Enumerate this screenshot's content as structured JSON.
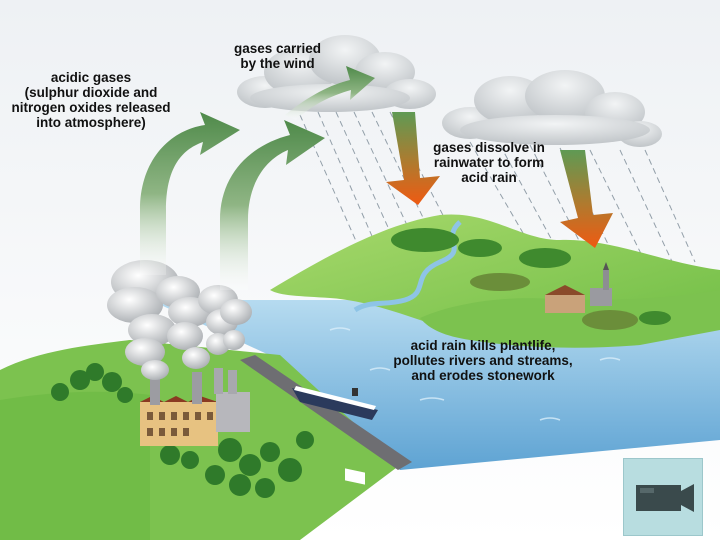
{
  "labels": {
    "acidic_gases": [
      "acidic gases",
      "(sulphur dioxide and",
      "nitrogen oxides released",
      "into atmosphere)"
    ],
    "gases_carried": [
      "gases carried",
      "by the wind"
    ],
    "gases_dissolve": [
      "gases dissolve in",
      "rainwater to form",
      "acid rain"
    ],
    "acid_rain_effects": [
      "acid rain kills plantlife,",
      "pollutes rivers and streams,",
      "and erodes stonework"
    ]
  },
  "colors": {
    "sky": "#f4f6f8",
    "land": "#8fcf5f",
    "land_dark": "#5ea53c",
    "water": "#8ec4e6",
    "arrow_green": "#6f9f5c",
    "arrow_orange": "#e8621a",
    "cloud": "#d9dde0",
    "video_button": "#b8dde0"
  },
  "icons": {
    "video_button": "video-camera-icon"
  }
}
